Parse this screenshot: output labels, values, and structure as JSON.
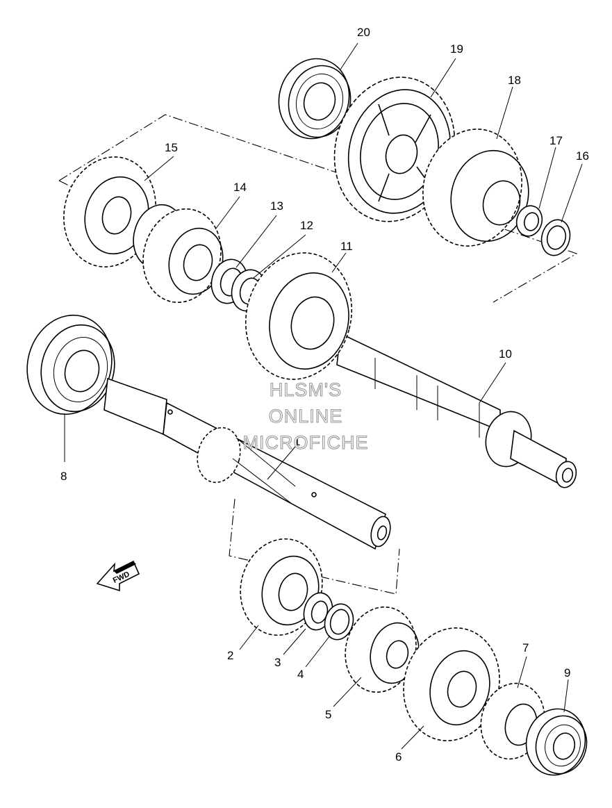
{
  "callouts": [
    {
      "id": "1",
      "label": "1"
    },
    {
      "id": "2",
      "label": "2"
    },
    {
      "id": "3",
      "label": "3"
    },
    {
      "id": "4",
      "label": "4"
    },
    {
      "id": "5",
      "label": "5"
    },
    {
      "id": "6",
      "label": "6"
    },
    {
      "id": "7",
      "label": "7"
    },
    {
      "id": "8",
      "label": "8"
    },
    {
      "id": "9",
      "label": "9"
    },
    {
      "id": "10",
      "label": "10"
    },
    {
      "id": "11",
      "label": "11"
    },
    {
      "id": "12",
      "label": "12"
    },
    {
      "id": "13",
      "label": "13"
    },
    {
      "id": "14",
      "label": "14"
    },
    {
      "id": "15",
      "label": "15"
    },
    {
      "id": "16",
      "label": "16"
    },
    {
      "id": "17",
      "label": "17"
    },
    {
      "id": "18",
      "label": "18"
    },
    {
      "id": "19",
      "label": "19"
    },
    {
      "id": "20",
      "label": "20"
    }
  ],
  "watermark": {
    "line1": "HLSM'S",
    "line2": "ONLINE",
    "line3": "MICROFICHE"
  },
  "direction_arrow": {
    "label": "FWD"
  }
}
